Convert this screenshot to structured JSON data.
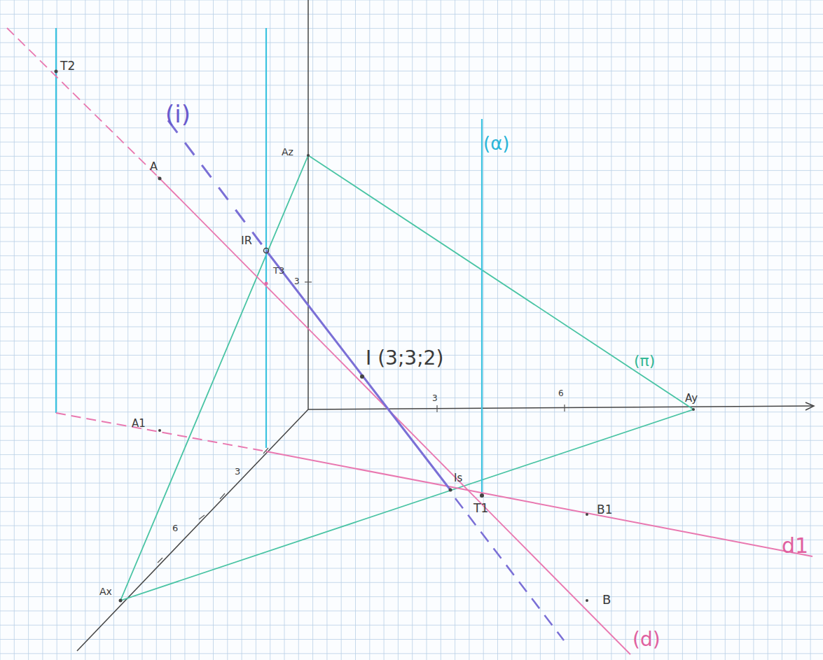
{
  "diagram": {
    "labels": [
      "T2",
      "(i)",
      "Az",
      "(α)",
      "A",
      "IR",
      "T3",
      "3",
      "I (3;3;2)",
      "(π)",
      "3",
      "6",
      "Ay",
      "A1",
      "3",
      "6",
      "Is",
      "T1",
      "B1",
      "d1",
      "Ax",
      "B",
      "(d)"
    ]
  }
}
